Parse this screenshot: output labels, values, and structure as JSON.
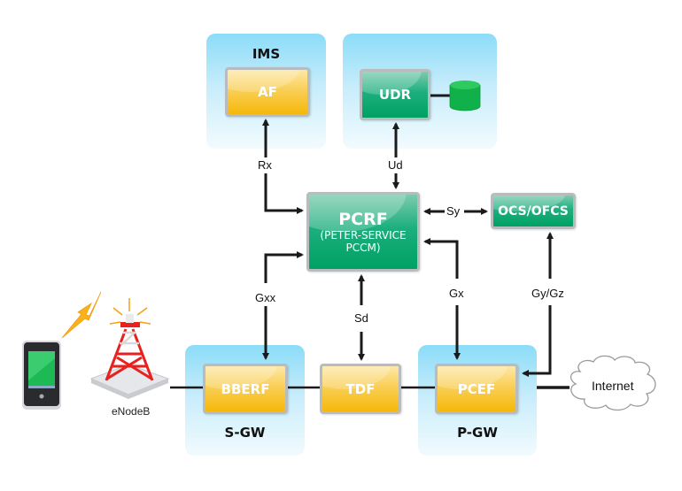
{
  "diagram": {
    "groups": {
      "ims": {
        "title": "IMS"
      },
      "udr_group": {
        "title": ""
      },
      "sgw": {
        "title": "S-GW"
      },
      "pgw": {
        "title": "P-GW"
      }
    },
    "nodes": {
      "af": {
        "label": "AF",
        "color": "#f6b80a"
      },
      "udr": {
        "label": "UDR",
        "color": "#00a064"
      },
      "pcrf": {
        "label": "PCRF",
        "sublabel_line1": "(PETER-SERVICE",
        "sublabel_line2": "PCCM)",
        "color": "#00a064"
      },
      "ocs": {
        "label": "OCS/OFCS",
        "color": "#00a064"
      },
      "bberf": {
        "label": "BBERF",
        "color": "#f6b80a"
      },
      "tdf": {
        "label": "TDF",
        "color": "#f6b80a"
      },
      "pcef": {
        "label": "PCEF",
        "color": "#f6b80a"
      },
      "internet": {
        "label": "Internet"
      },
      "enodeb": {
        "label": "eNodeB"
      },
      "ue": {
        "label": ""
      },
      "database": {
        "label": ""
      }
    },
    "interfaces": {
      "rx": "Rx",
      "ud": "Ud",
      "sy": "Sy",
      "gxx": "Gxx",
      "sd": "Sd",
      "gx": "Gx",
      "gygz": "Gy/Gz"
    },
    "colors": {
      "panel": "#8bdcf8",
      "yellow_node": "#f6b80a",
      "green_node": "#00a064",
      "line": "#1a1a1a",
      "tower": "#e8201e"
    }
  }
}
